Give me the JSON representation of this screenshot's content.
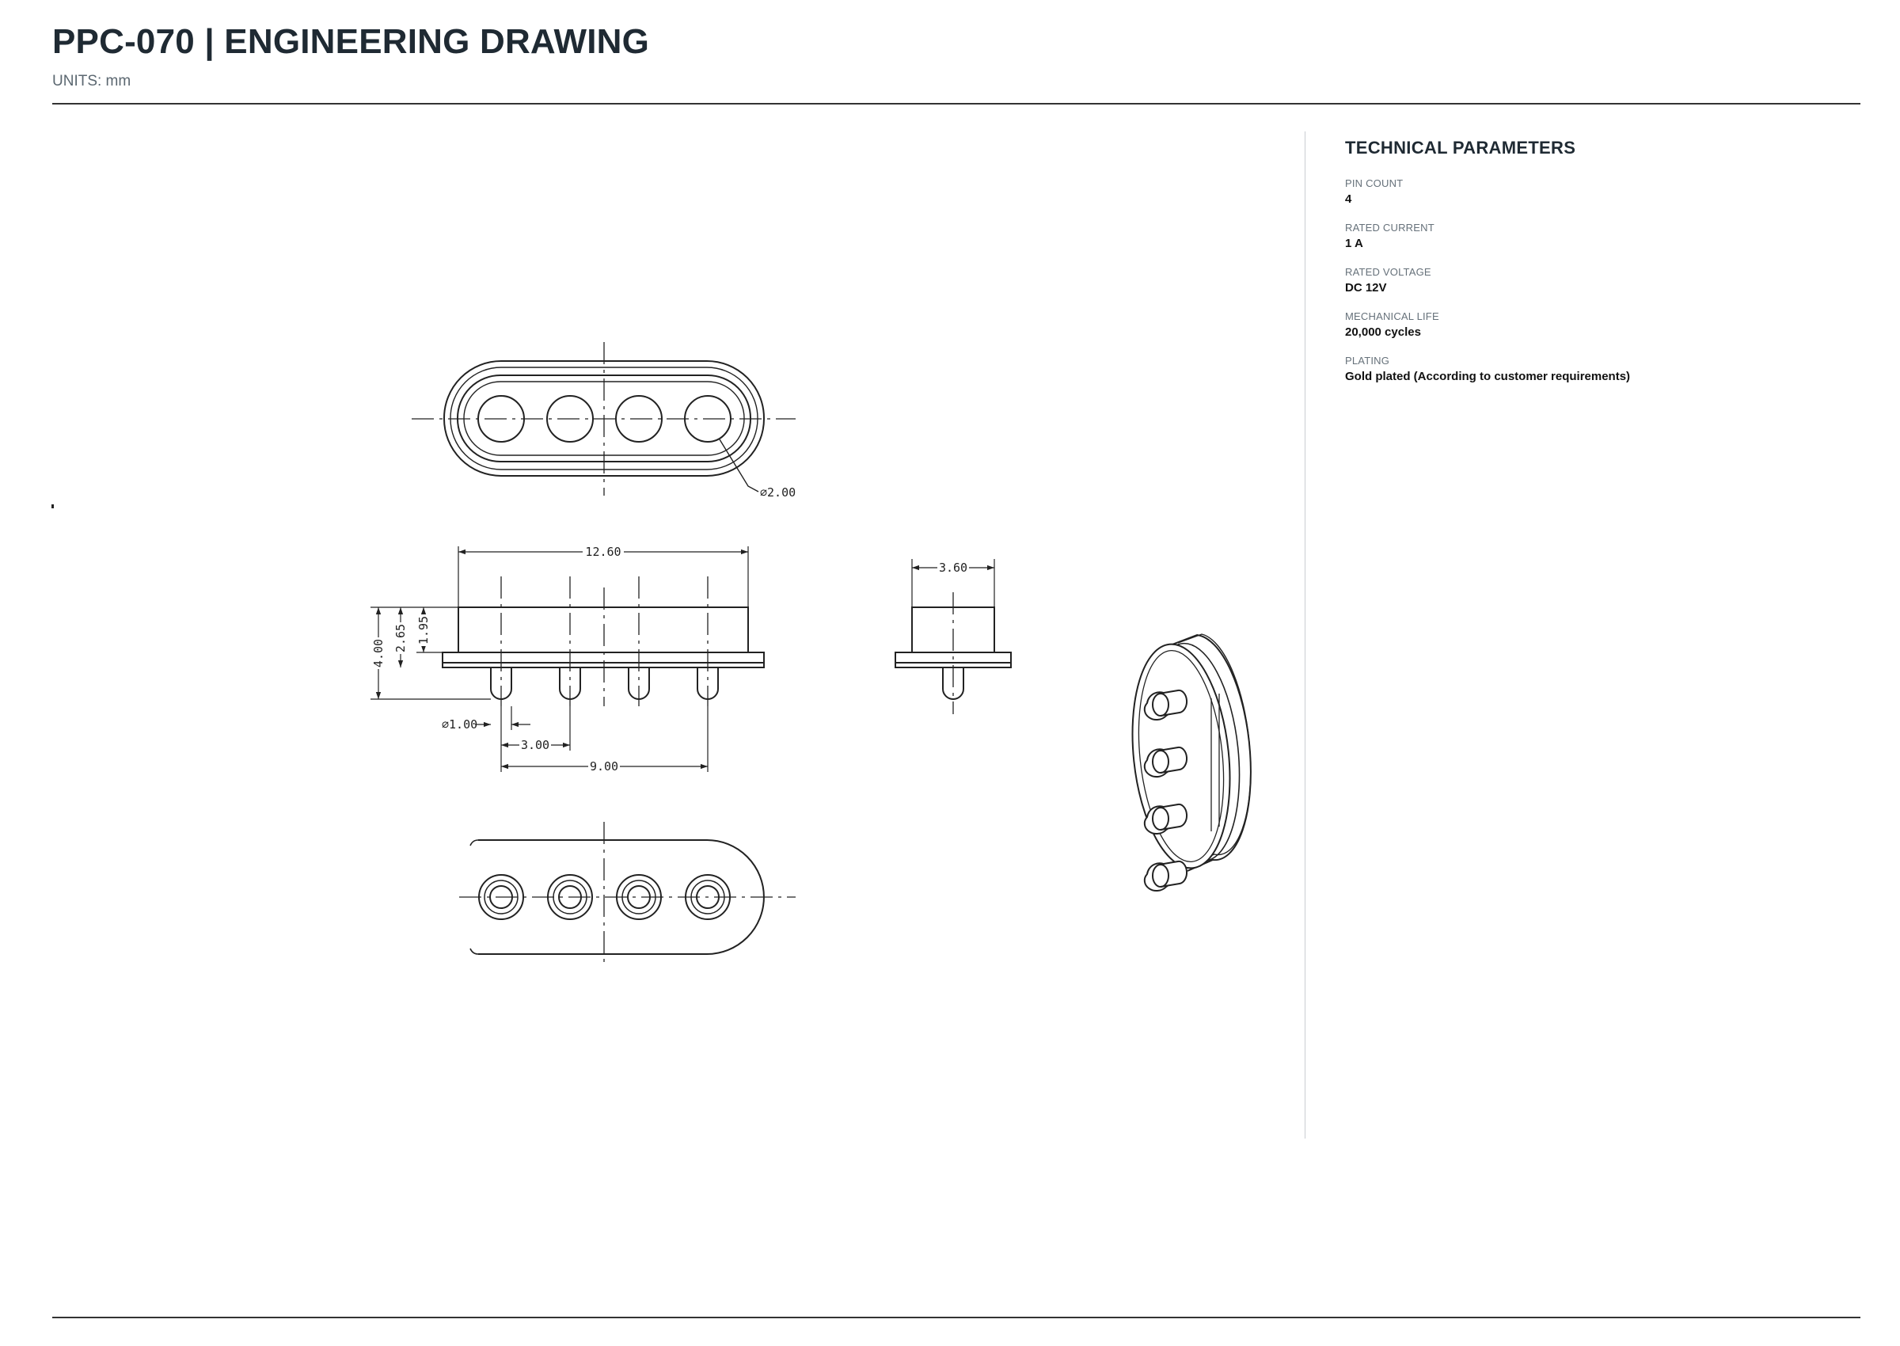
{
  "header": {
    "title": "PPC-070  |  ENGINEERING DRAWING",
    "units": "UNITS: mm"
  },
  "parameters": {
    "title": "TECHNICAL PARAMETERS",
    "items": [
      {
        "label": "PIN COUNT",
        "value": "4"
      },
      {
        "label": "RATED CURRENT",
        "value": "1 A"
      },
      {
        "label": "RATED VOLTAGE",
        "value": "DC 12V"
      },
      {
        "label": "MECHANICAL LIFE",
        "value": "20,000 cycles"
      },
      {
        "label": "PLATING",
        "value": "Gold plated (According to customer requirements)"
      }
    ]
  },
  "dimensions": {
    "hole_dia": "⌀2.00",
    "overall_length": "12.60",
    "side_width": "3.60",
    "overall_height": "4.00",
    "body_height": "2.65",
    "housing_height": "1.95",
    "pin_dia": "⌀1.00",
    "pitch": "3.00",
    "pin_span": "9.00"
  }
}
